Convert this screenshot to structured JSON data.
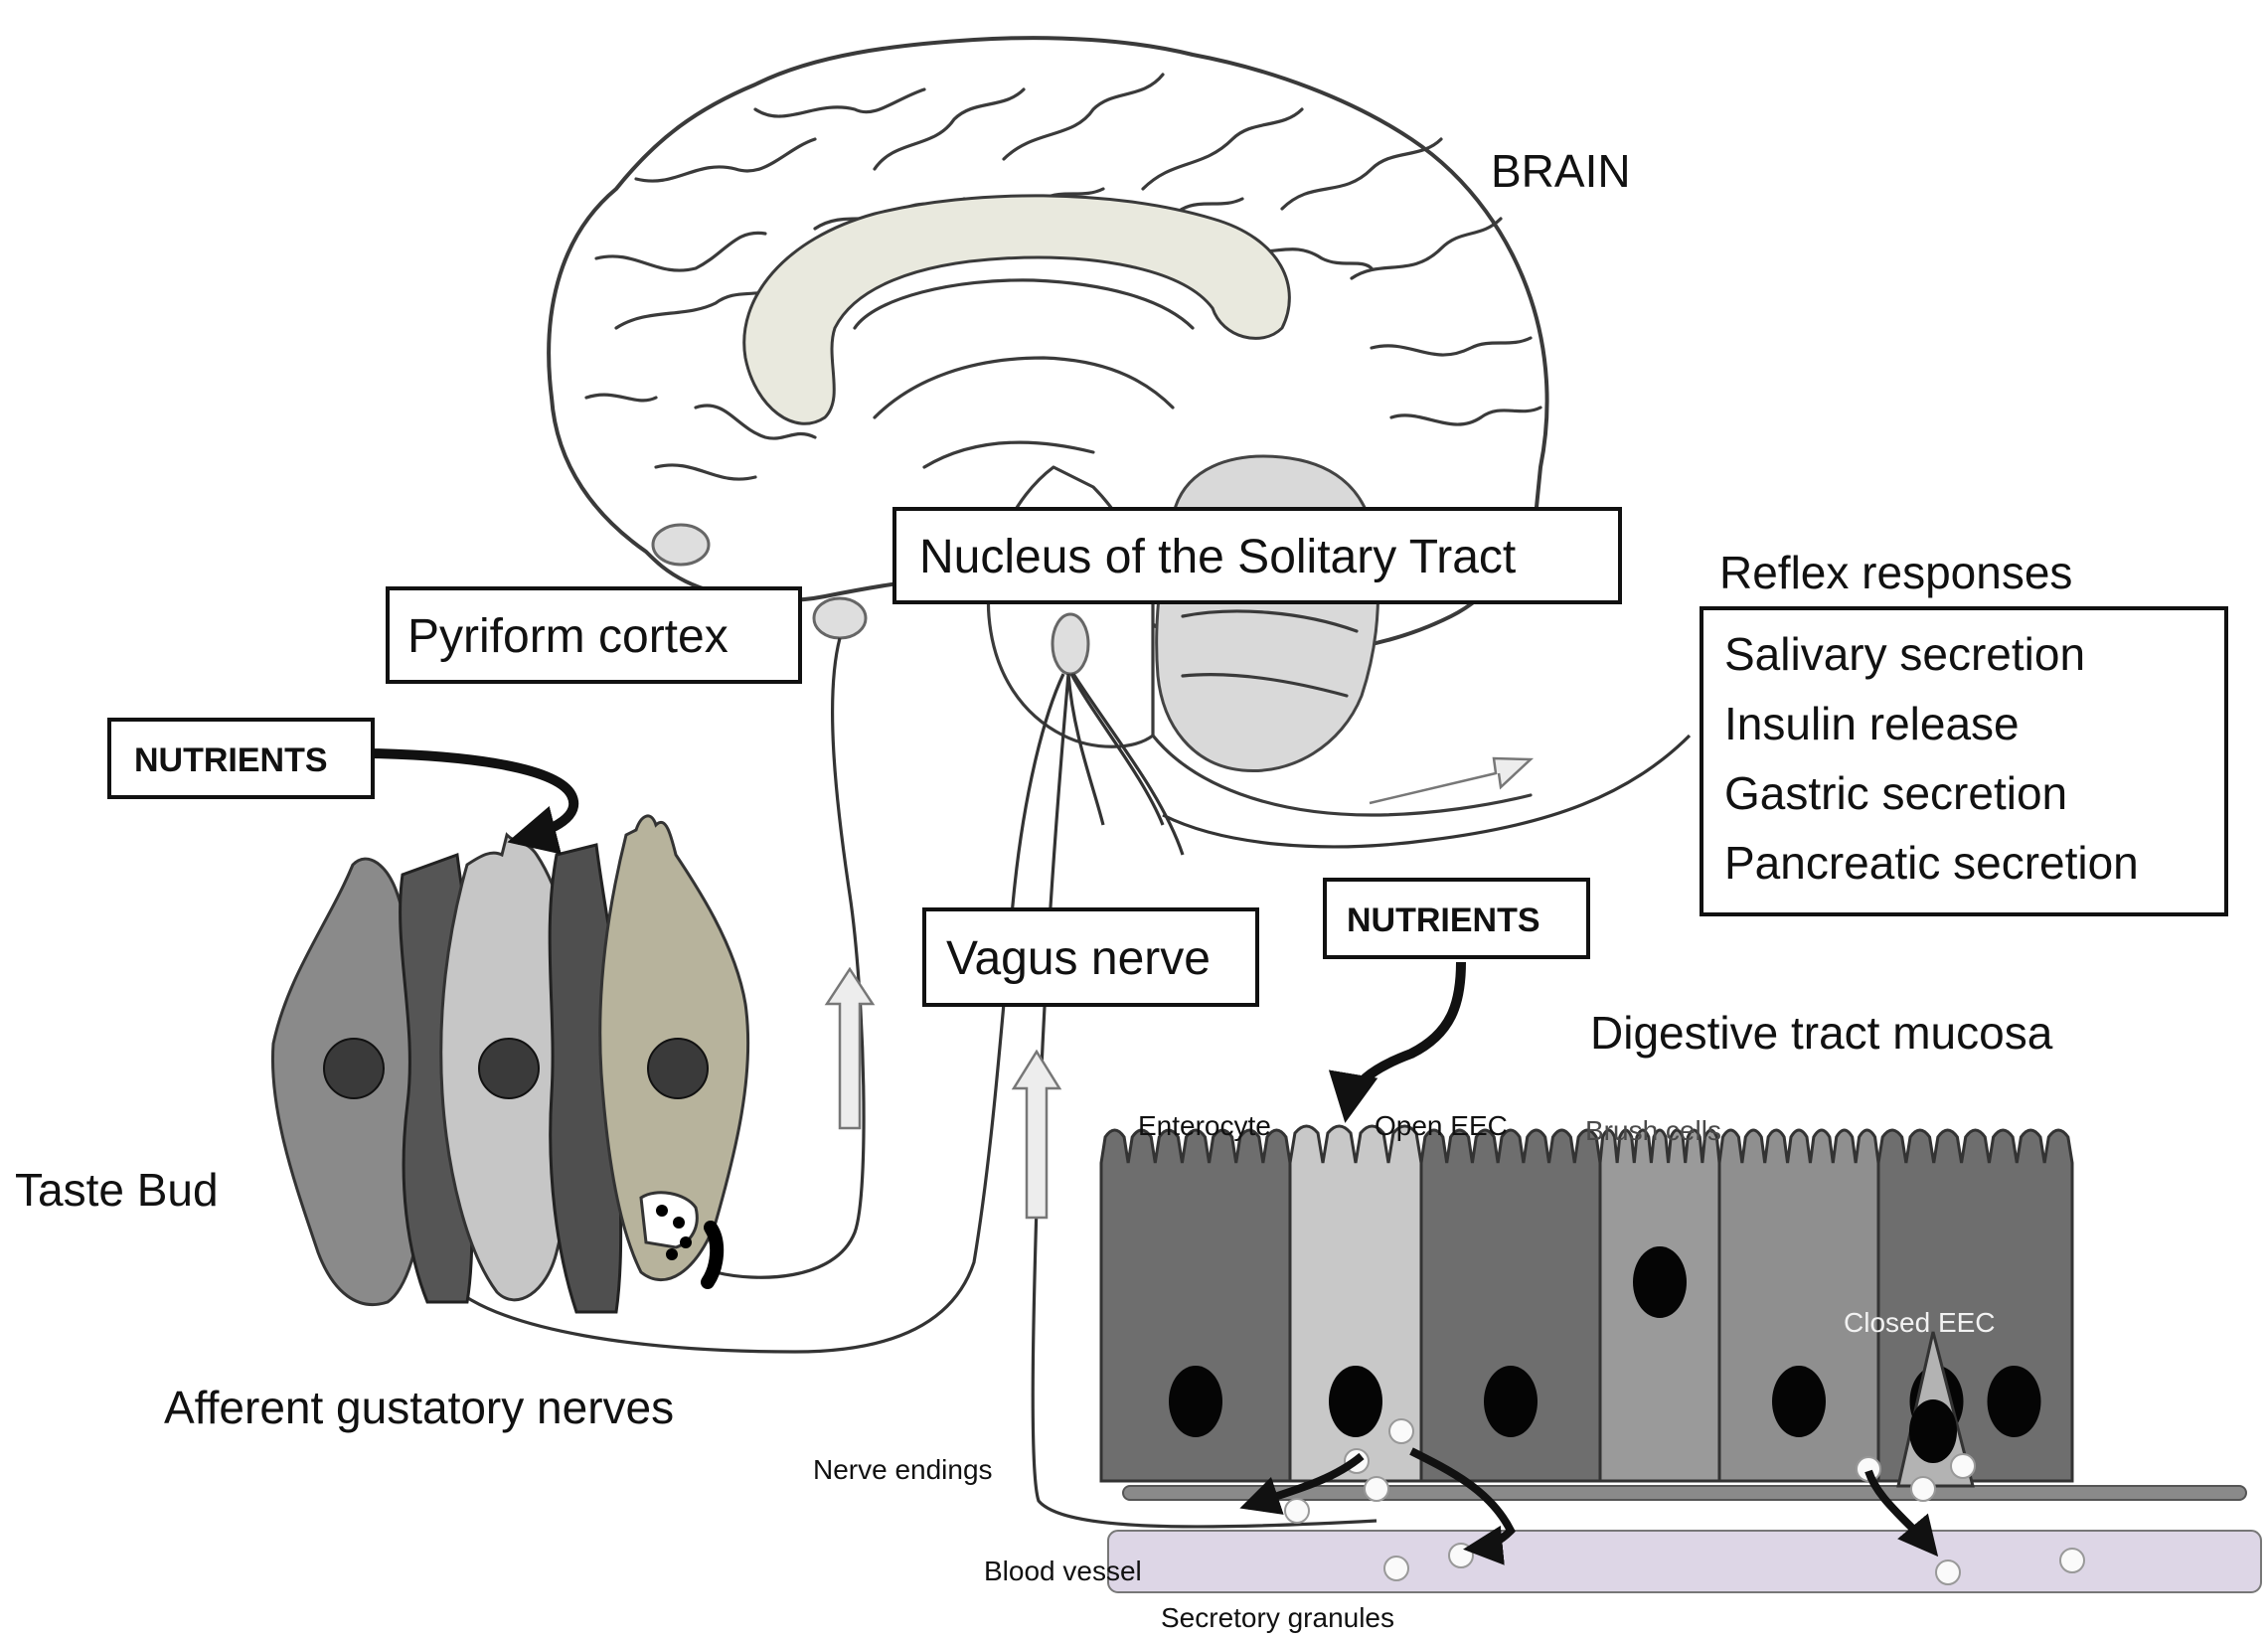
{
  "labels": {
    "brain": "BRAIN",
    "nts": "Nucleus of the Solitary Tract",
    "pyriform": "Pyriform cortex",
    "reflex_title": "Reflex responses",
    "reflex_items": [
      "Salivary secretion",
      "Insulin release",
      "Gastric secretion",
      "Pancreatic secretion"
    ],
    "nutrients_top": "NUTRIENTS",
    "nutrients_mid": "NUTRIENTS",
    "vagus": "Vagus nerve",
    "digestive": "Digestive tract mucosa",
    "taste_bud": "Taste Bud",
    "afferent": "Afferent gustatory nerves",
    "enterocyte": "Enterocyte",
    "open_eec": "Open EEC",
    "brush_cells": "Brush cells",
    "closed_eec": "Closed EEC",
    "nerve_endings": "Nerve endings",
    "blood_vessel": "Blood vessel",
    "secretory_granules": "Secretory granules"
  },
  "colors": {
    "corpus_callosum": "#e9e9de",
    "brain_fill": "#ffffff",
    "cerebellum": "#d9d9d9",
    "enterocyte": "#6e6e6e",
    "open_eec": "#c8c8c8",
    "brush_cell": "#9a9a9a",
    "blood_vessel": "#ddd6e6",
    "taste_cell_light": "#c6c6c6",
    "taste_cell_dark": "#5a5a5a",
    "taste_cell_beige": "#b7b39c"
  }
}
